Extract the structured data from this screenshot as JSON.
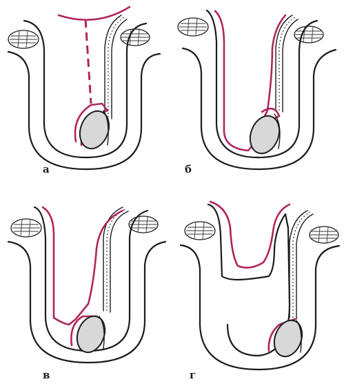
{
  "panels": [
    {
      "id": "a",
      "label": "а"
    },
    {
      "id": "b",
      "label": "б"
    },
    {
      "id": "v",
      "label": "в"
    },
    {
      "id": "g",
      "label": "г"
    }
  ],
  "colors": {
    "outline": "#1b1b1b",
    "peritoneum_highlight": "#b0245e",
    "testis_fill": "#d8d8d8",
    "background": "#ffffff"
  }
}
